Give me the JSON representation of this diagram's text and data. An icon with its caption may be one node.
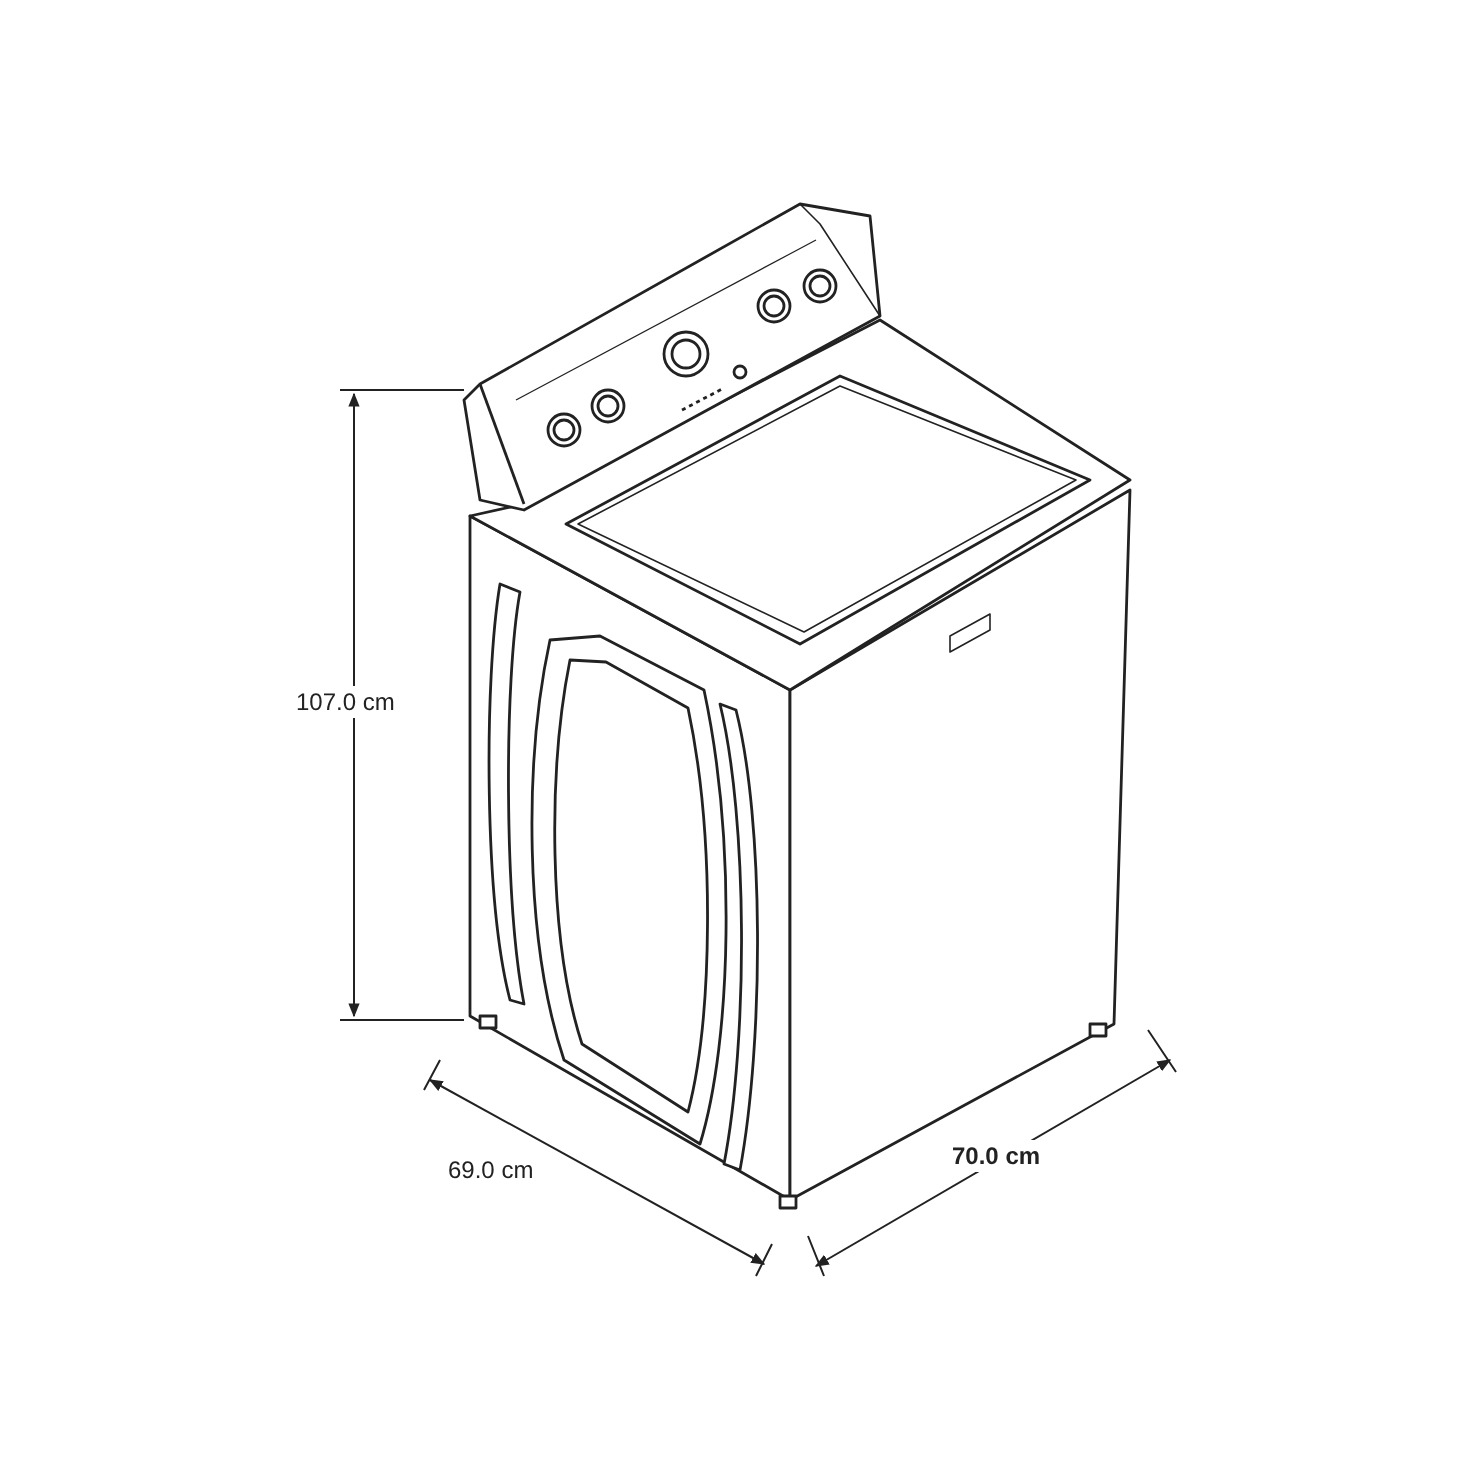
{
  "diagram": {
    "labels": [
      "107.0 cm",
      "69.0 cm",
      "70.0 cm"
    ]
  }
}
